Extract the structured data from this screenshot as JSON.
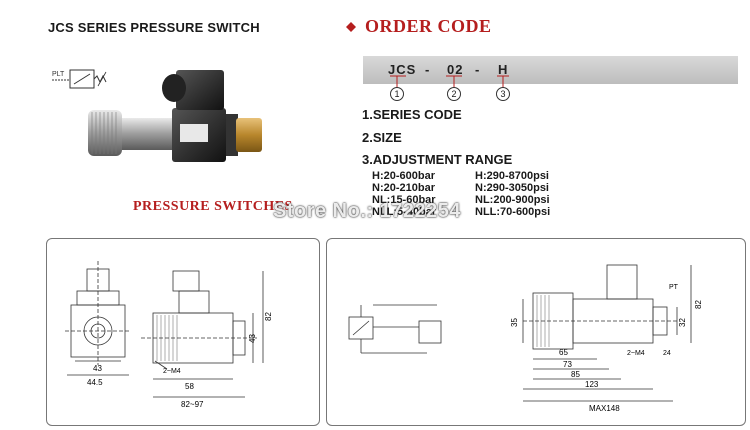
{
  "header": {
    "left_title": "JCS SERIES PRESSURE SWITCH",
    "order_title": "ORDER CODE"
  },
  "order_code": {
    "parts": [
      "JCS",
      "-",
      "02",
      "-",
      "H"
    ],
    "markers": [
      "1",
      "2",
      "3"
    ]
  },
  "sections": {
    "series_code": "1.SERIES CODE",
    "size": "2.SIZE",
    "adjustment_range": "3.ADJUSTMENT RANGE"
  },
  "ranges": {
    "left": [
      "H:20-600bar",
      "N:20-210bar",
      "NL:15-60bar",
      "NLL:5-40bar"
    ],
    "right": [
      "H:290-8700psi",
      "N:290-3050psi",
      "NL:200-900psi",
      "NLL:70-600psi"
    ]
  },
  "symbol_label": "PLT",
  "caption": "PRESSURE SWITCHES",
  "watermark": "Store No.: 1722254",
  "drawing_left": {
    "dims": [
      "43",
      "44.5",
      "58",
      "82~97",
      "43",
      "82",
      "2~M4"
    ]
  },
  "drawing_right": {
    "dims": [
      "65",
      "73",
      "85",
      "123",
      "MAX148",
      "82",
      "32",
      "2~M4",
      "35",
      "24"
    ],
    "notes": [
      "PT"
    ]
  },
  "colors": {
    "accent": "#b51e1e",
    "code_bar": "#c8c8c8"
  }
}
